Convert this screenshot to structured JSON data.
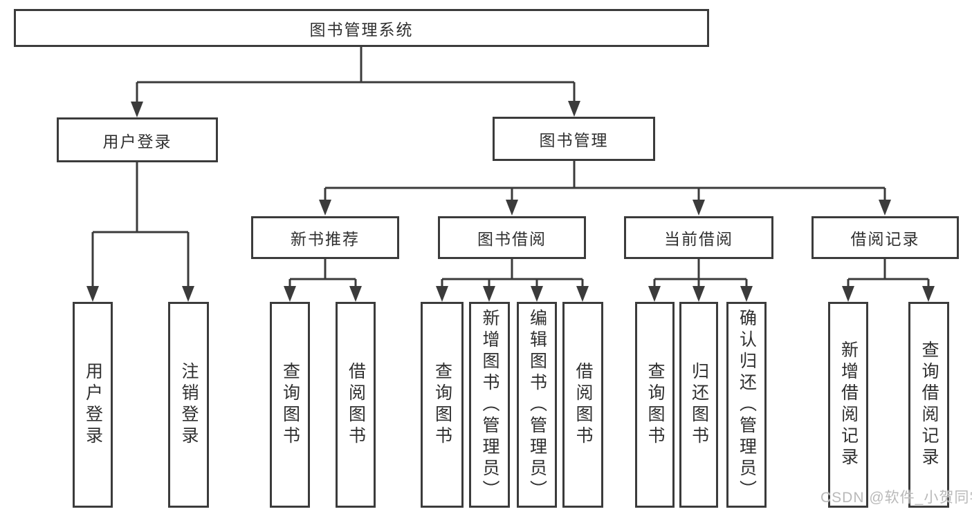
{
  "colors": {
    "line": "#3b3b3b",
    "box_border": "#3b3b3b",
    "text": "#2f2f2f",
    "background": "#ffffff",
    "watermark": "#b9b9b9"
  },
  "watermark": "CSDN @软件_小贺同学",
  "diagram": {
    "root": {
      "label": "图书管理系统"
    },
    "branches": [
      {
        "label": "用户登录",
        "children": [
          {
            "label": "用户登录"
          },
          {
            "label": "注销登录"
          }
        ]
      },
      {
        "label": "图书管理",
        "children": [
          {
            "label": "新书推荐",
            "children": [
              {
                "label": "查询图书"
              },
              {
                "label": "借阅图书"
              }
            ]
          },
          {
            "label": "图书借阅",
            "children": [
              {
                "label": "查询图书"
              },
              {
                "label": "新增图书（管理员）"
              },
              {
                "label": "编辑图书（管理员）"
              },
              {
                "label": "借阅图书"
              }
            ]
          },
          {
            "label": "当前借阅",
            "children": [
              {
                "label": "查询图书"
              },
              {
                "label": "归还图书"
              },
              {
                "label": "确认归还（管理员）"
              }
            ]
          },
          {
            "label": "借阅记录",
            "children": [
              {
                "label": "新增借阅记录"
              },
              {
                "label": "查询借阅记录"
              }
            ]
          }
        ]
      }
    ]
  }
}
